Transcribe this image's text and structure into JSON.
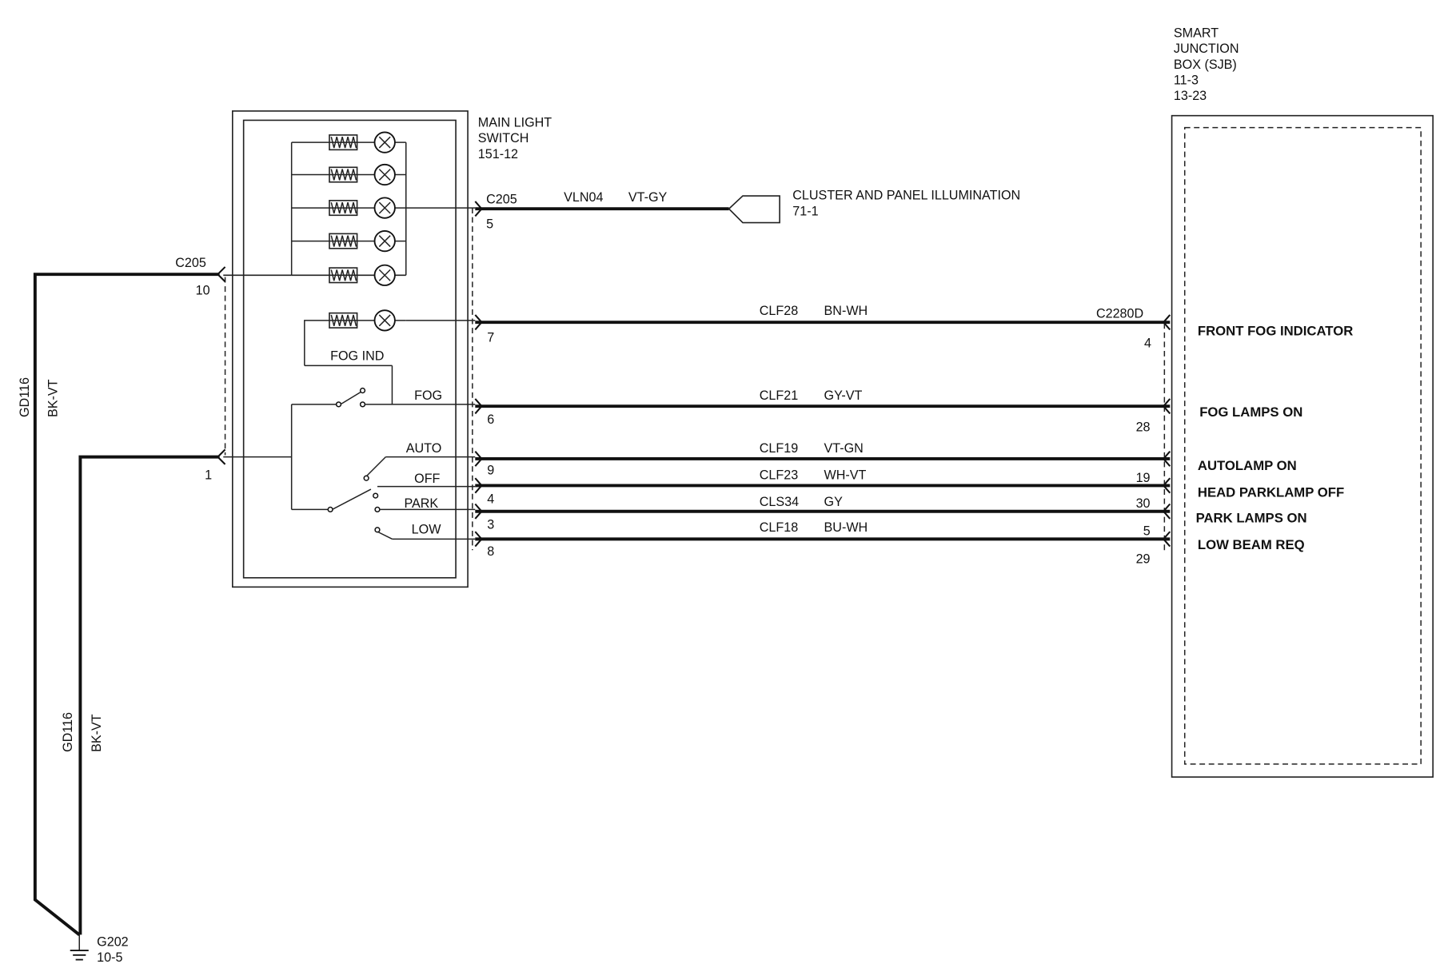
{
  "main_switch": {
    "title_lines": [
      "MAIN LIGHT",
      "SWITCH",
      "151-12"
    ],
    "fog_ind_label": "FOG IND",
    "positions": [
      "FOG",
      "AUTO",
      "OFF",
      "PARK",
      "LOW"
    ]
  },
  "sjb": {
    "title_lines": [
      "SMART",
      "JUNCTION",
      "BOX (SJB)",
      "11-3",
      "13-23"
    ],
    "connector": "C2280D",
    "signals": [
      "FRONT FOG INDICATOR",
      "FOG LAMPS ON",
      "AUTOLAMP ON",
      "HEAD PARKLAMP OFF",
      "PARK LAMPS ON",
      "LOW BEAM REQ"
    ]
  },
  "cluster": {
    "label": "CLUSTER AND PANEL ILLUMINATION",
    "ref": "71-1",
    "connector": "C205",
    "pin": "5",
    "circuit": "VLN04",
    "color": "VT-GY"
  },
  "circuits": [
    {
      "left_pin": "7",
      "circuit": "CLF28",
      "color": "BN-WH",
      "right_pin": "4"
    },
    {
      "left_pin": "6",
      "circuit": "CLF21",
      "color": "GY-VT",
      "right_pin": "28"
    },
    {
      "left_pin": "9",
      "circuit": "CLF19",
      "color": "VT-GN",
      "right_pin": "19"
    },
    {
      "left_pin": "4",
      "circuit": "CLF23",
      "color": "WH-VT",
      "right_pin": "30"
    },
    {
      "left_pin": "3",
      "circuit": "CLS34",
      "color": "GY",
      "right_pin": "5"
    },
    {
      "left_pin": "8",
      "circuit": "CLF18",
      "color": "BU-WH",
      "right_pin": "29"
    }
  ],
  "ground_circuit": {
    "connector": "C205",
    "pin_top": "10",
    "pin_bottom": "1",
    "circuit": "GD116",
    "color": "BK-VT",
    "ground": "G202",
    "ground_ref": "10-5"
  }
}
